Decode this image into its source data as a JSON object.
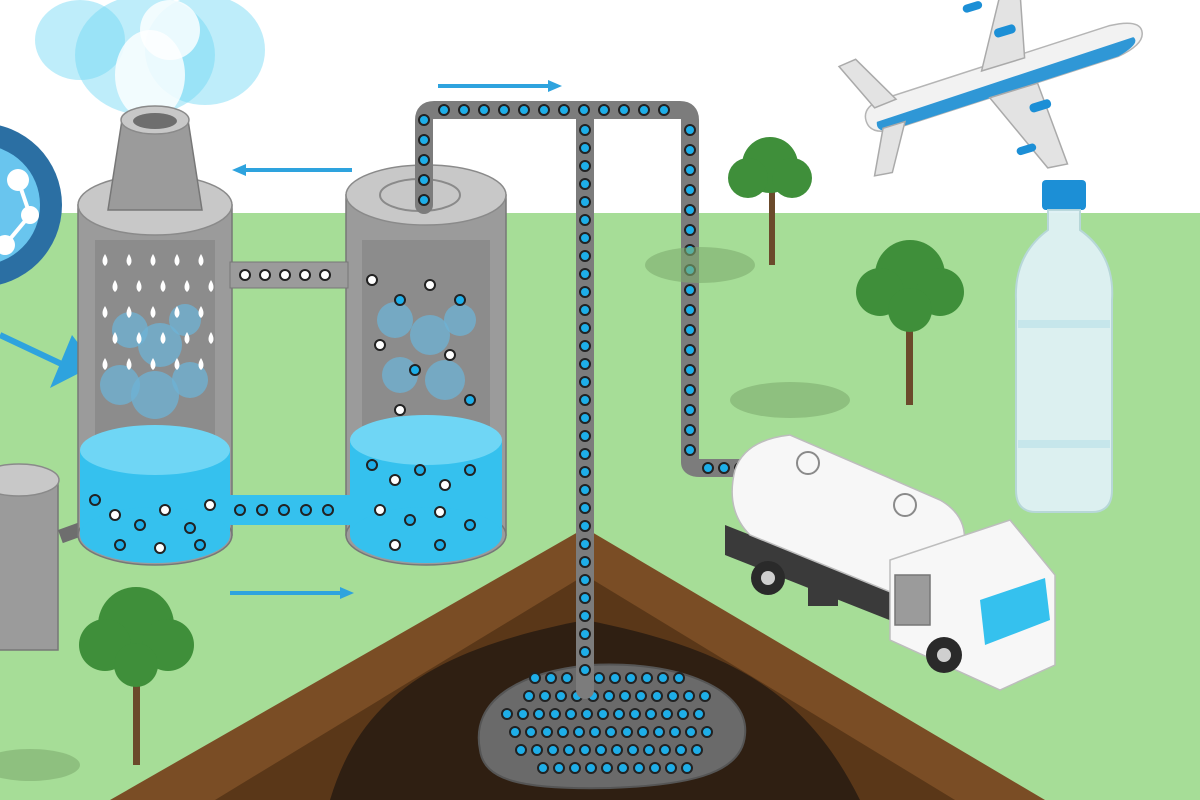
{
  "scene": {
    "title": "",
    "colors": {
      "sky": "#ffffff",
      "grass": "#a6dd97",
      "soil_outer": "#7a4d25",
      "soil_mid": "#5a3718",
      "soil_inner": "#2f1f12",
      "steel": "#9b9b9b",
      "steel_dark": "#6e6e6e",
      "steel_light": "#c8c8c8",
      "water": "#35c1ee",
      "water_light": "#6fd6f5",
      "arrow": "#2ea3de",
      "pipe": "#7c7c7c",
      "dot_blue": "#1eaee8",
      "dot_white": "#ffffff",
      "tree_leaf": "#3f8f3a",
      "tree_trunk": "#6b4a2b",
      "plane_stripe": "#2f97d6",
      "bottle": "#dff2f5",
      "cap": "#1c8fd6"
    },
    "icons": [
      "capture-plant-icon",
      "smokestack-icon",
      "absorber-tank-icon",
      "separator-tank-icon",
      "pipeline-icon",
      "underground-storage-icon",
      "tanker-truck-icon",
      "airplane-icon",
      "plastic-bottle-icon",
      "tree-icon",
      "flow-arrow-icon"
    ],
    "flow_arrows": [
      {
        "name": "flow-arrow-top",
        "direction": "right"
      },
      {
        "name": "flow-arrow-upper-left",
        "direction": "left"
      },
      {
        "name": "flow-arrow-bottom",
        "direction": "right"
      }
    ]
  }
}
